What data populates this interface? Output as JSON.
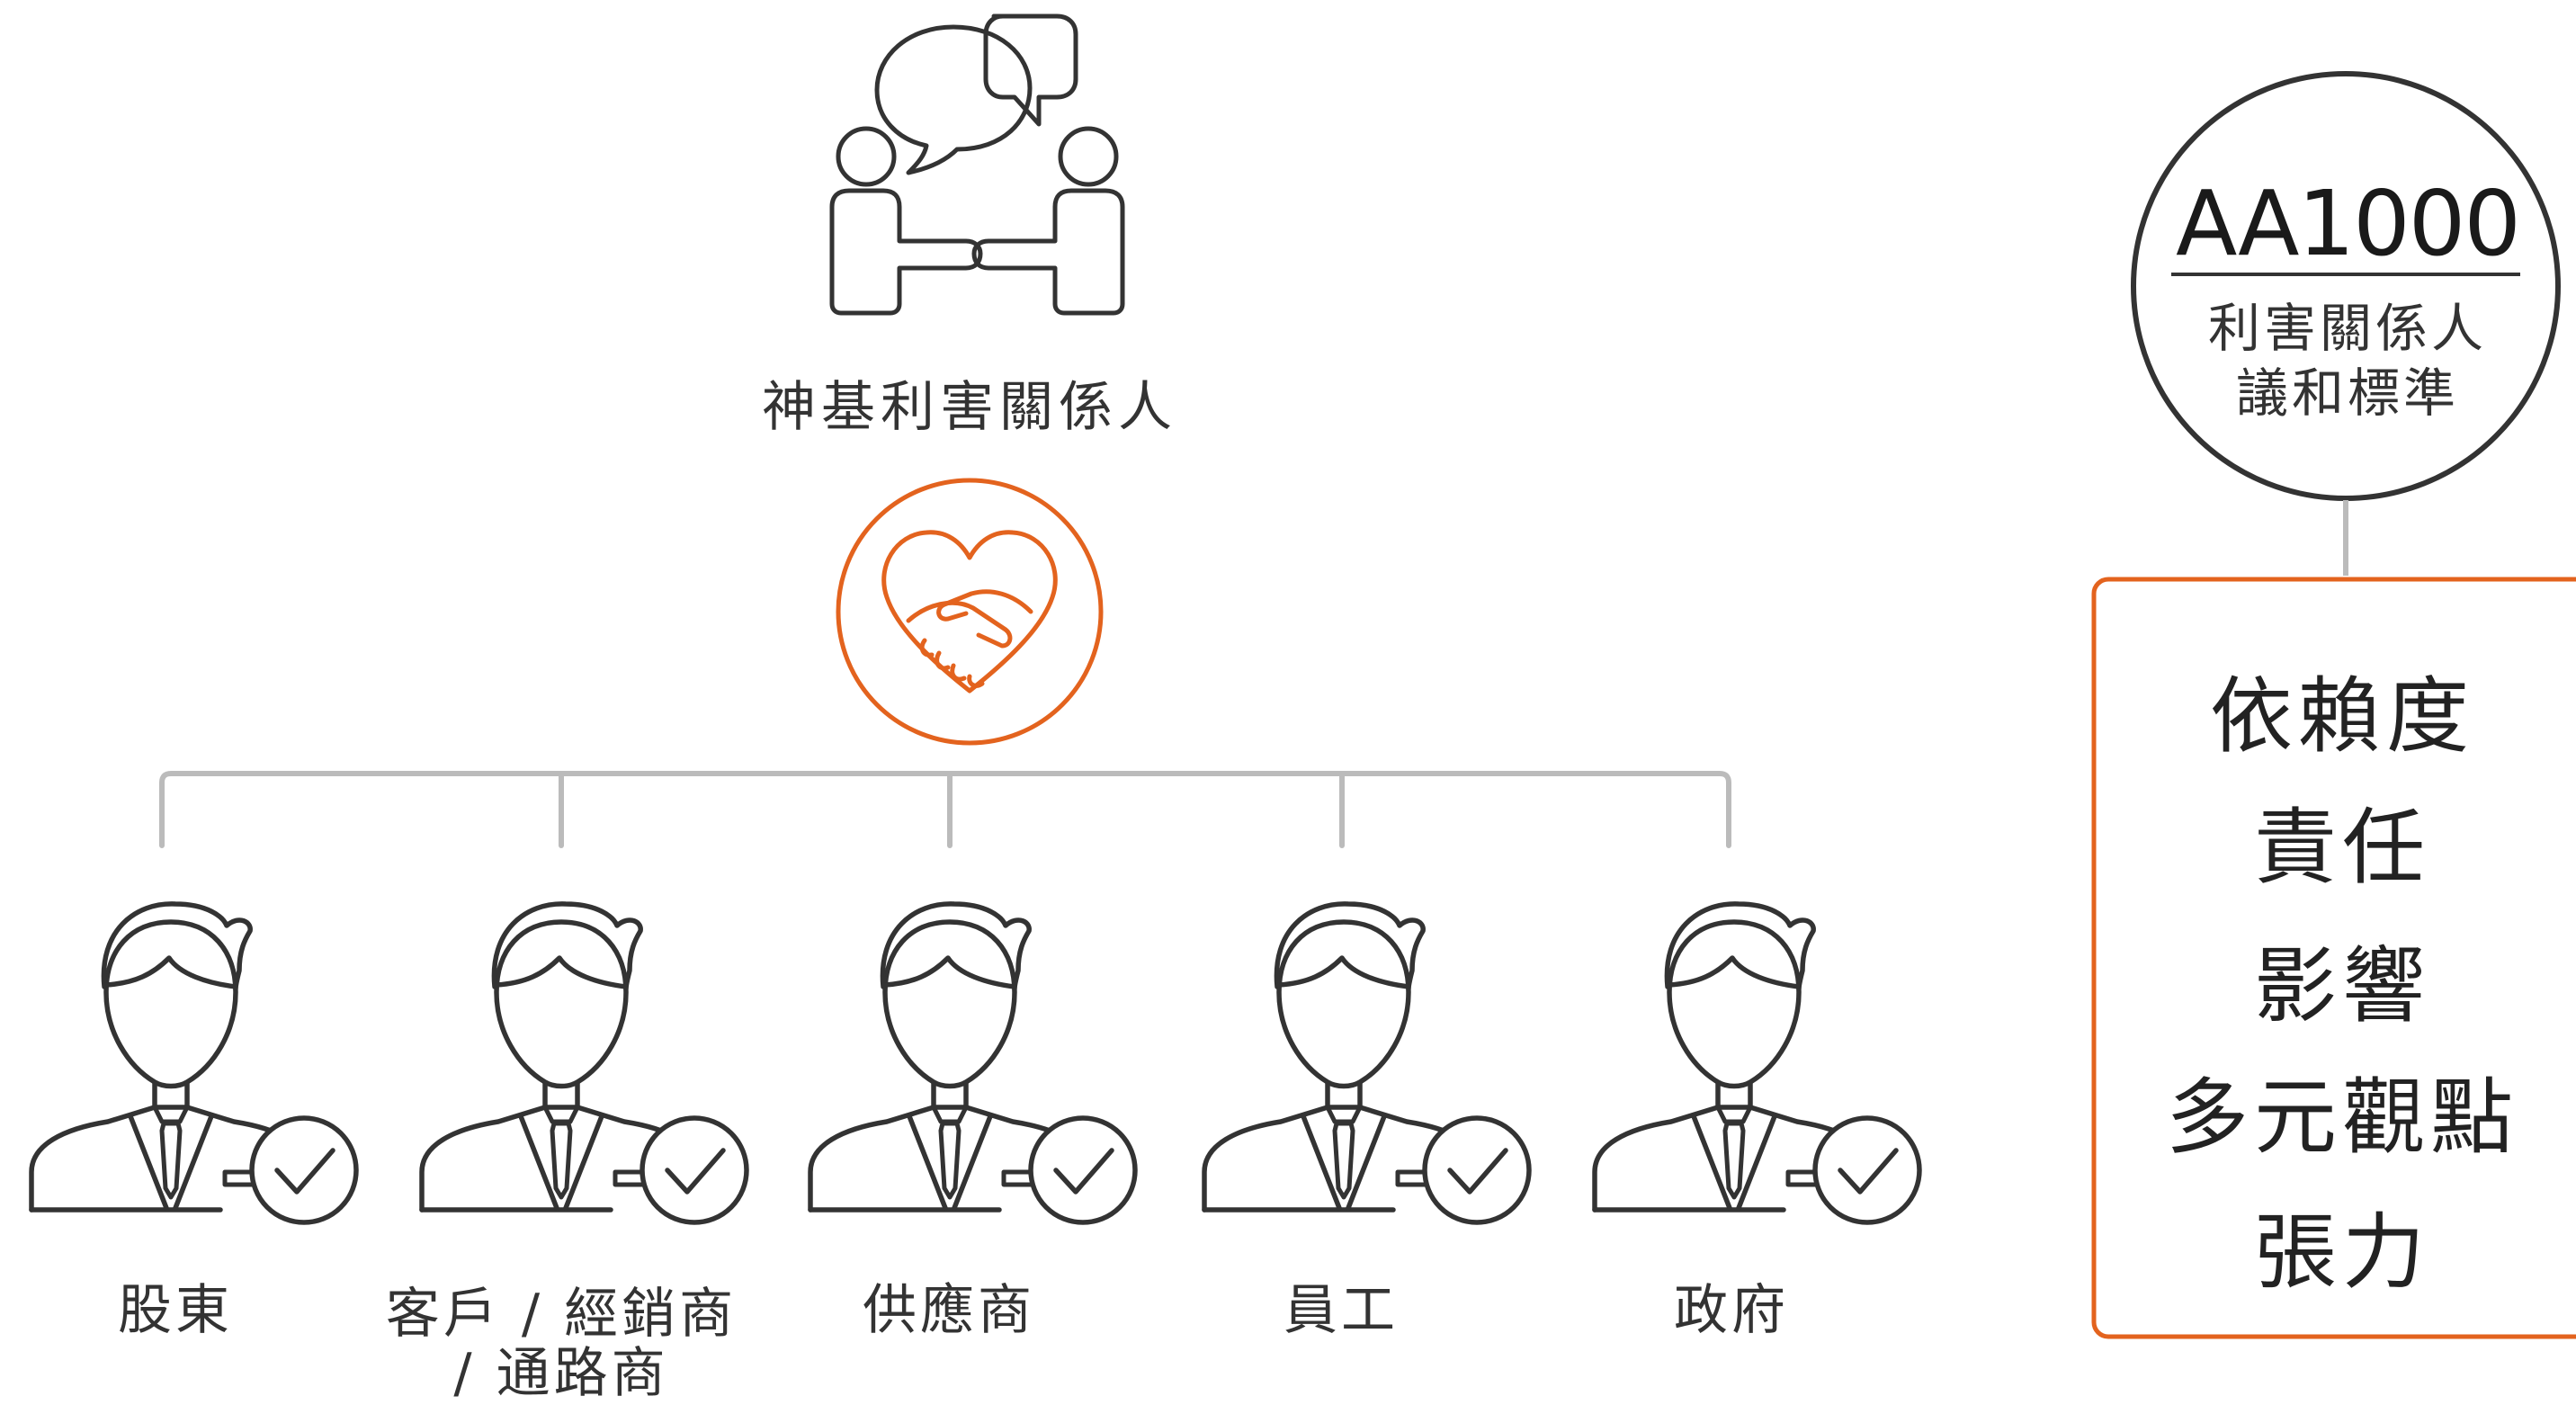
{
  "main_label": "神基利害關係人",
  "stakeholders": [
    {
      "line1": "股東",
      "line2": ""
    },
    {
      "line1": "客戶 / 經銷商",
      "line2": "/ 通路商"
    },
    {
      "line1": "供應商",
      "line2": ""
    },
    {
      "line1": "員工",
      "line2": ""
    },
    {
      "line1": "政府",
      "line2": ""
    }
  ],
  "standard": {
    "title": "AA1000",
    "subtitle_line1": "利害關係人",
    "subtitle_line2": "議和標準"
  },
  "principles": [
    "依賴度",
    "責任",
    "影響",
    "多元觀點",
    "張力"
  ],
  "colors": {
    "accent": "#E3631E",
    "line_gray": "#BBBBBB",
    "icon_stroke": "#333333",
    "text": "#333333"
  },
  "icons": {
    "top": "dialogue-people-icon",
    "center": "heart-handshake-icon",
    "stakeholder": "businessman-check-icon"
  }
}
